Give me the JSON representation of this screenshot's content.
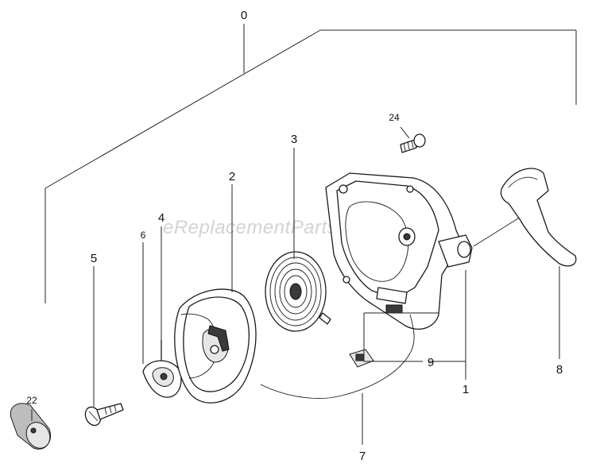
{
  "watermark": "eReplacementParts.com",
  "callouts": {
    "assembly": "0",
    "recoil_cover": "1",
    "pulley": "2",
    "spring": "3",
    "pawl": "4",
    "screw": "5",
    "spring_small": "6",
    "rope": "7",
    "handle": "8",
    "guide": "9",
    "bolt": "24",
    "pulley_nut": "22"
  }
}
